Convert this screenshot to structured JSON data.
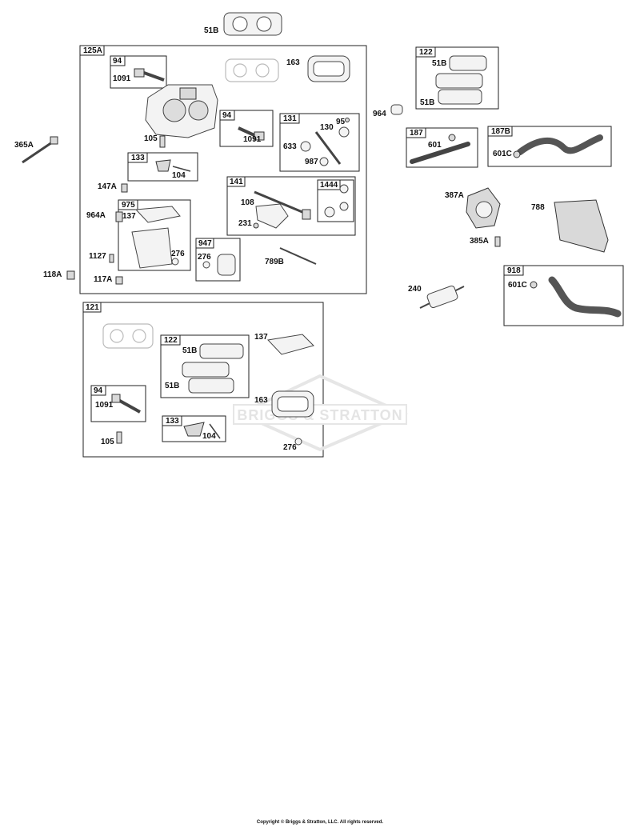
{
  "groups": {
    "g125a": "125A",
    "g122a": "122",
    "g94a": "94",
    "g94b": "94",
    "g131": "131",
    "g133a": "133",
    "g141": "141",
    "g1444": "1444",
    "g975": "975",
    "g947": "947",
    "g187": "187",
    "g187b": "187B",
    "g918": "918",
    "g121": "121",
    "g122b": "122",
    "g94c": "94",
    "g133b": "133"
  },
  "labels": {
    "p51b_top": "51B",
    "p163_a": "163",
    "p1091_a": "1091",
    "p105_a": "105",
    "p1091_b": "1091",
    "p95": "95",
    "p130": "130",
    "p633": "633",
    "p987": "987",
    "p104_a": "104",
    "p365a": "365A",
    "p147a": "147A",
    "p964a": "964A",
    "p108": "108",
    "p231": "231",
    "p137_a": "137",
    "p276_a": "276",
    "p1127": "1127",
    "p118a": "118A",
    "p117a": "117A",
    "p276_b": "276",
    "p789b": "789B",
    "p51b_r1": "51B",
    "p51b_r2": "51B",
    "p964": "964",
    "p601": "601",
    "p601c_a": "601C",
    "p387a": "387A",
    "p788": "788",
    "p385a": "385A",
    "p240": "240",
    "p601c_b": "601C",
    "p137_b": "137",
    "p51b_m1": "51B",
    "p51b_m2": "51B",
    "p1091_c": "1091",
    "p163_b": "163",
    "p104_b": "104",
    "p105_b": "105",
    "p276_c": "276"
  },
  "watermark": "BRIGGS & STRATTON",
  "copyright": "Copyright © Briggs & Stratton, LLC. All rights reserved."
}
